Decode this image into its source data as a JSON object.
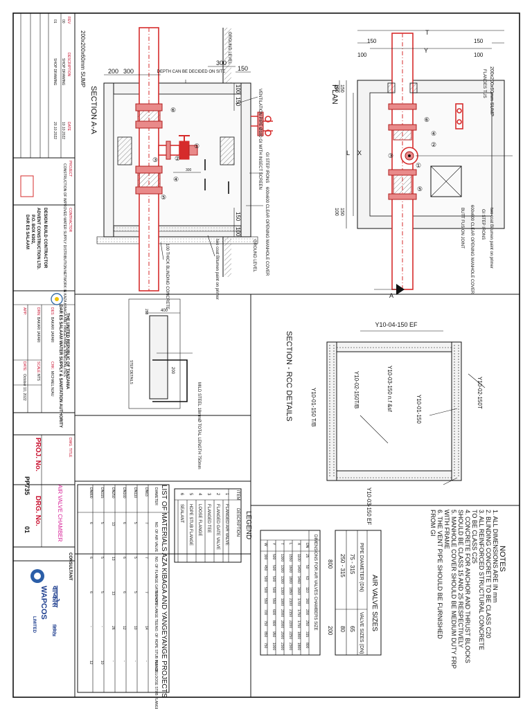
{
  "section_aa": {
    "title": "SECTION A-A",
    "pipe_dim": "200x200x60mm SUMP",
    "labels": {
      "ground_level_top": "GROUND LEVEL",
      "ground_level_right": "GROUND LEVEL",
      "depth": "DEPTH CAN BE DECIDED ON SITE",
      "ventilation": "VENTILATION PIPE Ø100 GI WITH INSECT SCREEN",
      "gi_step": "GI STEP IRONS",
      "cover": "600x600 CLEAR OPENING MANHOLE COVER",
      "bitumen": "two coat Bitumen paint on primer",
      "blinding": "100 THICK BLINDING CONCRETE"
    },
    "dims": {
      "d200": "200",
      "d300": "300",
      "d300b": "300",
      "d150": "150",
      "d100": "100",
      "d150b": "150",
      "d150c": "150",
      "d100b": "100",
      "d300c": "300"
    },
    "markers": [
      "①",
      "②",
      "③",
      "④",
      "⑤",
      "⑥"
    ]
  },
  "plan": {
    "title": "PLAN",
    "pipe_dim": "200x200x60mm SUMP",
    "labels": {
      "flanges": "FLANGES TUS",
      "bitumen": "two coat Bitumen paint on primer",
      "gi_step": "GI STEP IRONS",
      "cover": "600x600 CLEAR OPENING MANHOLE COVER",
      "butt": "BUTT FUSION JOINT"
    },
    "dims": {
      "T": "T",
      "Y": "Y",
      "X": "X",
      "L": "L",
      "d150a": "150",
      "d150b": "150",
      "d100a": "100",
      "d100b": "100",
      "d150c": "150",
      "d100c": "100",
      "d150d": "150",
      "d100d": "100"
    },
    "markers": [
      "①",
      "②",
      "③",
      "④",
      "⑤",
      "⑥"
    ],
    "section_marker": "A"
  },
  "rcc": {
    "title": "SECTION - RCC DETAILS",
    "labels": [
      "Y10-04-150 EF",
      "Y10-02-150T",
      "Y10-01-150",
      "Y10-03-150 n.f &sf",
      "Y10-02-150T/B",
      "Y10-01-150 T/B",
      "Y10-03-150 EF"
    ]
  },
  "step_detail": {
    "title": "STEP DETAILS",
    "dims": {
      "w": "400",
      "h": "200",
      "d": "288"
    },
    "note": "MILD STEEL 18mmØ TOTAL LENGTH 750mm"
  },
  "notes": {
    "title": "NOTES",
    "items": [
      "1. ALL DIMENSIONS ARE IN mm",
      "2. BLINDING CONCRETE TO BE CLASS C20",
      "3. ALL REINFORCED STRUCTURAL CONCRETE",
      "    TO BE CLASS C25",
      "4. CONCRETE FOR ANCHOR AND THRUST BLOCKS",
      "    SHOULD BE CLASS 15 AND 25 RESPECTIVELY",
      "5. MANHOLE COVER SHOULD BE MEDIUM DUTY FRP",
      "    WITH FRAME",
      "6. THE VENT PIPE SHOULD BE FURNISHED",
      "    FROM GI"
    ]
  },
  "air_valve_sizes": {
    "title": "AIR VALVE SIZES",
    "headers": [
      "PIPE DIAMETER (DN)",
      "VALVE SIZES (DN)"
    ],
    "rows": [
      [
        "75 - 315",
        "65"
      ],
      [
        "250 - 315",
        "80"
      ],
      [
        "800",
        "200"
      ]
    ]
  },
  "chamber_dims": {
    "title": "DIMENSIONS FOR AIR VALVES CHAMBERS SIZE",
    "row_labels": [
      "DN",
      "X",
      "L",
      "T",
      "Y",
      "W"
    ],
    "rows": [
      [
        "25",
        "1100",
        "1550",
        "1300",
        "500",
        "300"
      ],
      [
        "50",
        "1400",
        "1600",
        "1300",
        "500",
        "450"
      ],
      [
        "63",
        "1460",
        "1800",
        "1300",
        "500",
        "500"
      ],
      [
        "110",
        "1600",
        "1850",
        "1300",
        "500",
        "500"
      ],
      [
        "160",
        "1700",
        "2100",
        "1900",
        "550",
        "550"
      ],
      [
        "200",
        "1750",
        "2150",
        "2000",
        "600",
        "700"
      ],
      [
        "250",
        "1750",
        "2200",
        "2000",
        "800",
        "750"
      ],
      [
        "315",
        "1800",
        "2250",
        "2000",
        "950",
        "850"
      ],
      [
        "800",
        "1800",
        "2300",
        "2300",
        "1000",
        "750"
      ]
    ]
  },
  "legend": {
    "title": "LEGEND",
    "headers": [
      "ITEM",
      "DESCRIPTION"
    ],
    "items": [
      [
        "1",
        "FLANGED AIR VALVE"
      ],
      [
        "2",
        "FLANGED GATE VALVE"
      ],
      [
        "3",
        "FLANGED TEE"
      ],
      [
        "4",
        "LOOSE FLANGE"
      ],
      [
        "5",
        "HDPE STUB FLANGE"
      ],
      [
        "6",
        "SEALANT"
      ]
    ]
  },
  "materials": {
    "title": "LIST OF MATERIALS AZA KIBAGA AND YANGEYANGE PROJECTS",
    "headers": [
      "DIAMETER",
      "NO. OF AIR VALVE",
      "NO. OF FLANGE GATE VALVE",
      "NO. OF FLANGE TEE",
      "NO. OF HDPE STUB FLANGE",
      "NO. OF LOOSE STUB FLANGE"
    ],
    "rows": [
      [
        "DN63",
        "7",
        "7",
        "7",
        "14",
        "-"
      ],
      [
        "DN110",
        "5",
        "5",
        "5",
        "10",
        "-"
      ],
      [
        "DN160",
        "6",
        "6",
        "6",
        "12",
        "-"
      ],
      [
        "DN250",
        "13",
        "13",
        "13",
        "26",
        "-"
      ],
      [
        "DN315",
        "5",
        "5",
        "5",
        "-",
        "10"
      ],
      [
        "DN800",
        "6",
        "6",
        "6",
        "-",
        "12"
      ]
    ]
  },
  "title_block": {
    "rev_headers": [
      "REV",
      "DESCRIPTION",
      "DATE"
    ],
    "revs": [
      [
        "00",
        "SHOP DRAWING",
        "10.10.2022"
      ],
      [
        "01",
        "SHOP DRAWING",
        "20.10.2022"
      ]
    ],
    "project_label": "PROJECT",
    "project": "CONSTRUCTION OF IMPROVED WATER SUPPLY DISTRIBUTION NETWORK IN KAZA KIBAGA AND YANGEYANGE MUNICIPALITIES",
    "contractor_label": "CONTRACTOR",
    "contractor": [
      "DESIGN BUILD CONTRACTOR",
      "ADVENT CONSTRUCTION LTD.",
      "P.O. BOX 6302,",
      "DAR ES SALAAM"
    ],
    "client": [
      "THE UNITED REPUBLIC OF TANZANIA",
      "DAR ES SALAAM WATER SUPPLY & SANITATION AUTHORITY"
    ],
    "people": [
      [
        "DES:",
        "BAKARI JAFARI"
      ],
      [
        "CHK:",
        "MICHAEL NJAU"
      ],
      [
        "DRN:",
        "BAKARI JAFARI"
      ],
      [
        "SCALE:",
        "NTS"
      ],
      [
        "APP:",
        ""
      ],
      [
        "DATE:",
        "October 10, 2022"
      ]
    ],
    "drawing_title_label": "DWG. TITLE",
    "drawing_title": "AIR VALVE CHAMBER",
    "proj_no_label": "PROJ. No.",
    "proj_no": "PP735",
    "drg_no_label": "DRG. No.",
    "drg_no": "01",
    "consultant_label": "CONSULTANT",
    "consultant_hindi": "वाप्कोस",
    "consultant": "WAPCOS",
    "consultant_sub": "LIMITED",
    "consultant_tag": "लिमिटेड"
  },
  "colors": {
    "pipe": "#d62b2b",
    "flange": "#e98a8a",
    "title": "#d61e96",
    "ink": "#111111"
  }
}
